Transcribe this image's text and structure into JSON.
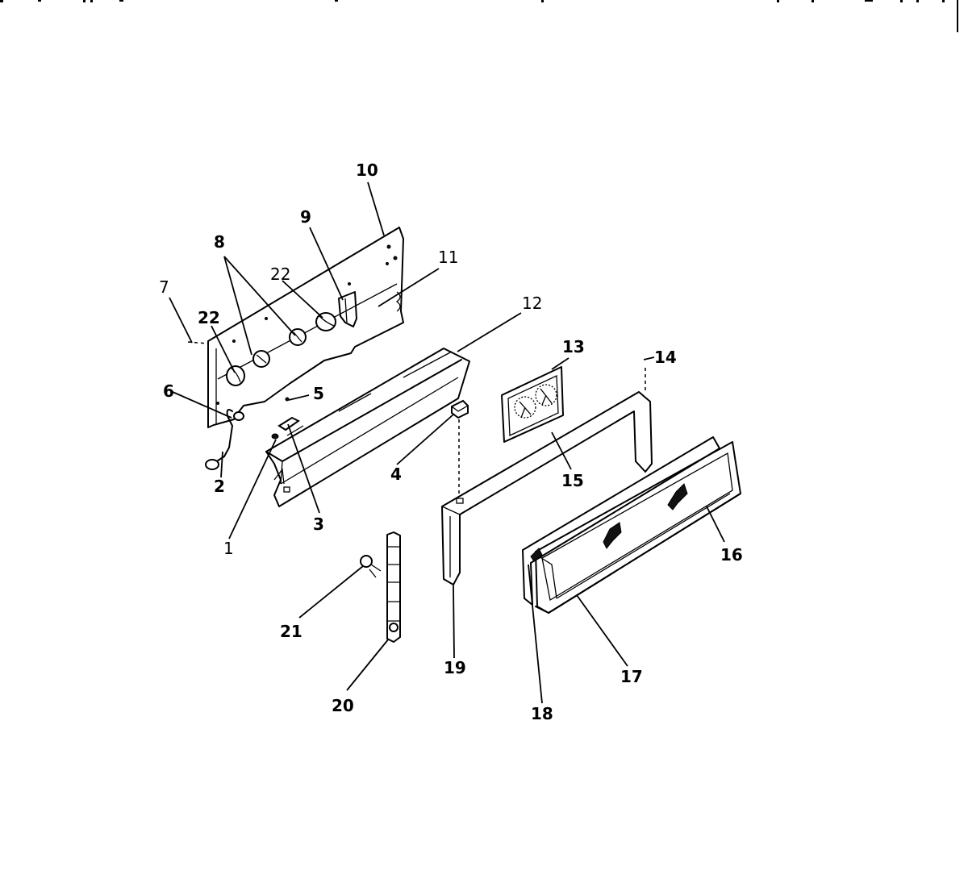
{
  "callouts": [
    {
      "id": "1",
      "text": "1"
    },
    {
      "id": "2",
      "text": "2"
    },
    {
      "id": "3",
      "text": "3"
    },
    {
      "id": "4",
      "text": "4"
    },
    {
      "id": "5",
      "text": "5"
    },
    {
      "id": "6",
      "text": "6"
    },
    {
      "id": "7",
      "text": "7"
    },
    {
      "id": "8",
      "text": "8"
    },
    {
      "id": "9",
      "text": "9"
    },
    {
      "id": "10",
      "text": "10"
    },
    {
      "id": "11",
      "text": "11"
    },
    {
      "id": "12",
      "text": "12"
    },
    {
      "id": "13",
      "text": "13"
    },
    {
      "id": "14",
      "text": "14"
    },
    {
      "id": "15",
      "text": "15"
    },
    {
      "id": "16",
      "text": "16"
    },
    {
      "id": "17",
      "text": "17"
    },
    {
      "id": "18",
      "text": "18"
    },
    {
      "id": "19",
      "text": "19"
    },
    {
      "id": "20",
      "text": "20"
    },
    {
      "id": "21",
      "text": "21"
    },
    {
      "id": "22a",
      "text": "22"
    },
    {
      "id": "22b",
      "text": "22"
    }
  ]
}
